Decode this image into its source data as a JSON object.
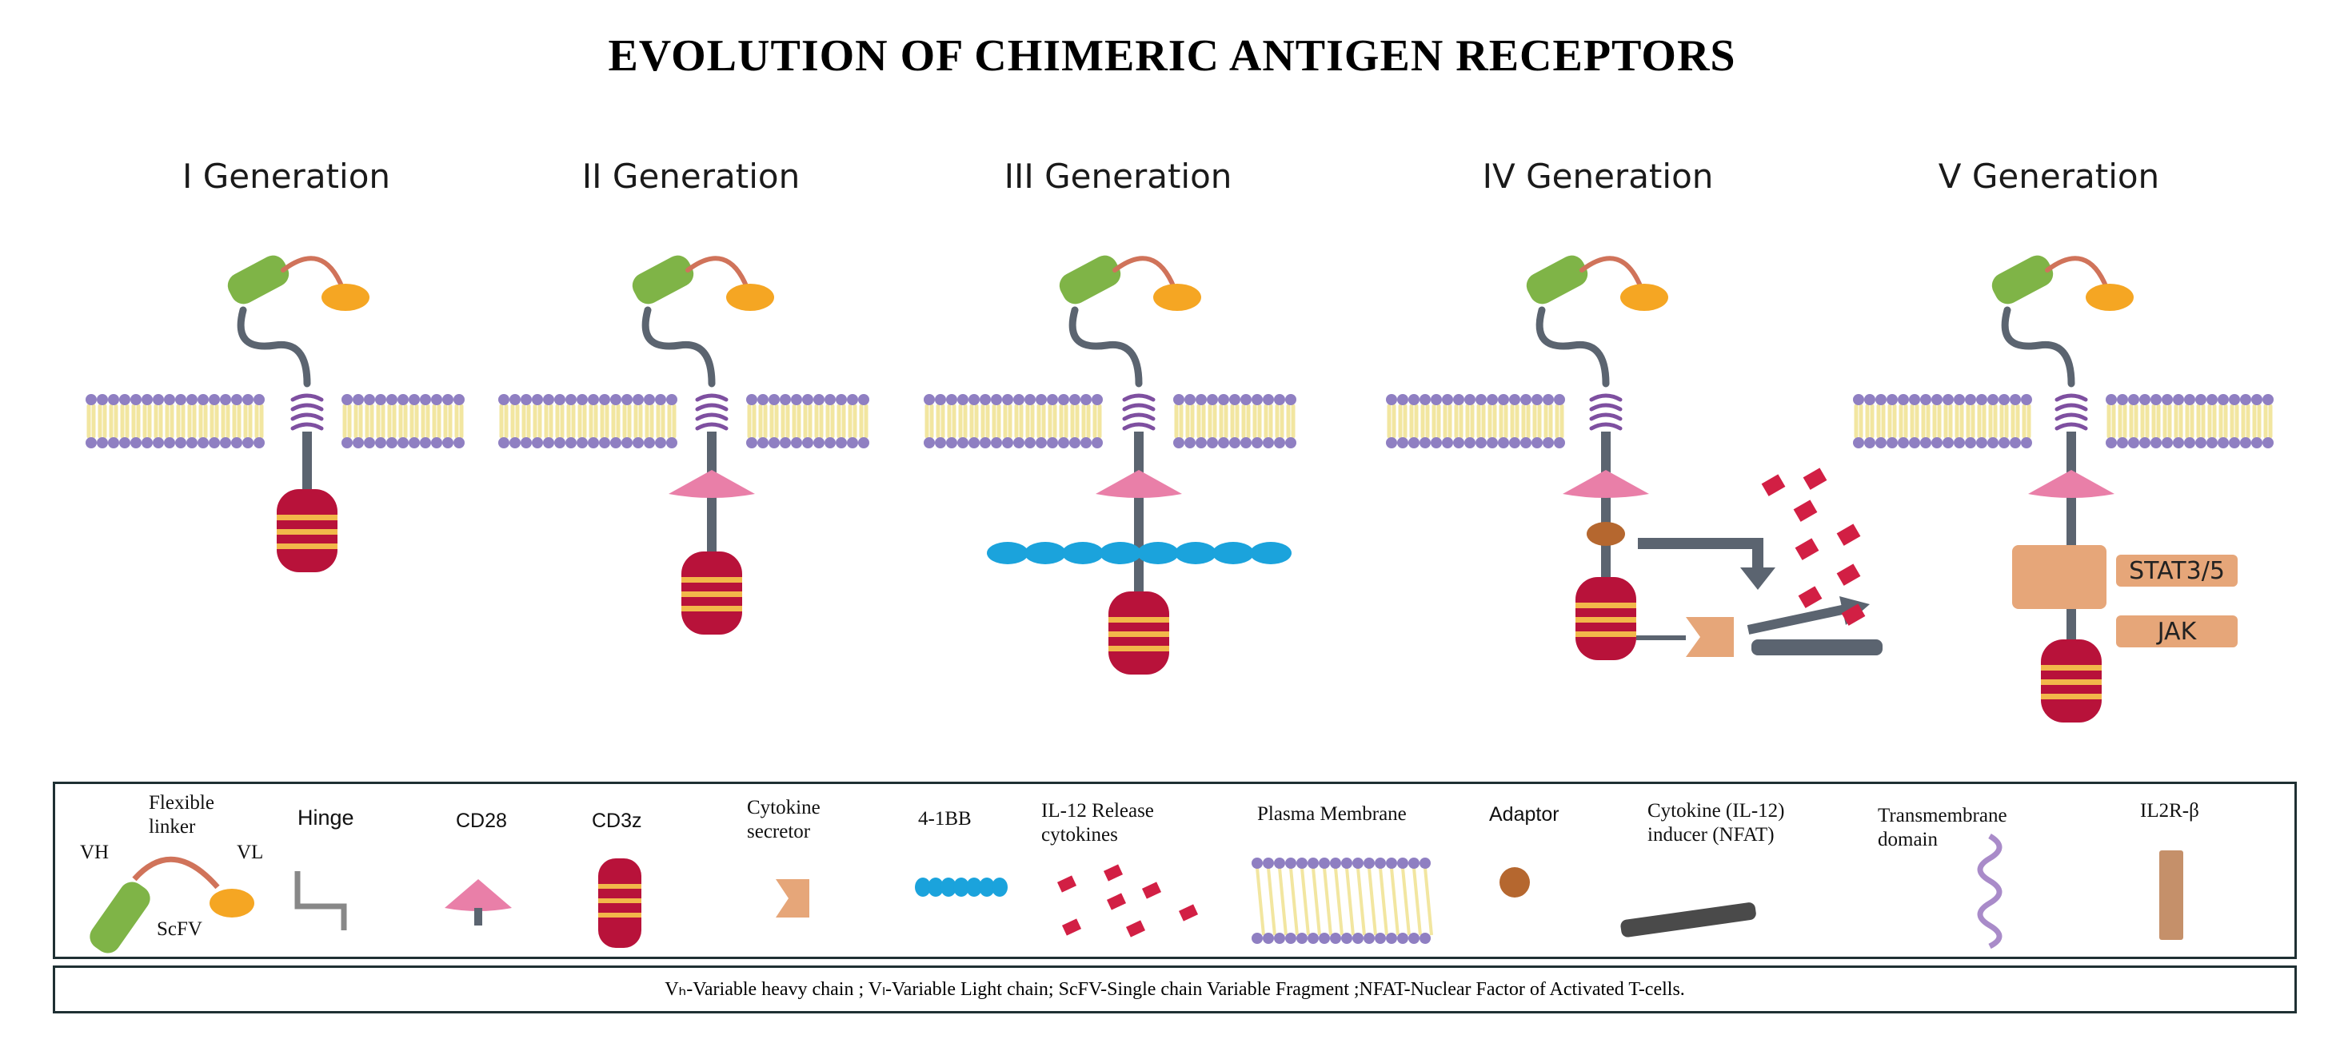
{
  "title": "EVOLUTION OF CHIMERIC ANTIGEN RECEPTORS",
  "generations": [
    {
      "label": "I Generation"
    },
    {
      "label": "II Generation"
    },
    {
      "label": "III Generation"
    },
    {
      "label": "IV Generation"
    },
    {
      "label": "V Generation"
    }
  ],
  "fifth_generation_boxes": {
    "stat": "STAT3/5",
    "jak": "JAK"
  },
  "legend": {
    "vh": "VH",
    "flexible_linker": "Flexible linker",
    "vl": "VL",
    "scfv": "ScFV",
    "hinge": "Hinge",
    "cd28": "CD28",
    "cd3z": "CD3z",
    "cytokine_secretor": "Cytokine secretor",
    "four_1bb": "4-1BB",
    "il12_release": "IL-12  Release cytokines",
    "plasma_membrane": "Plasma Membrane",
    "adaptor": "Adaptor",
    "cytokine_inducer": "Cytokine (IL-12) inducer (NFAT)",
    "transmembrane_domain": "Transmembrane domain",
    "il2r_beta": "IL2R-β"
  },
  "footnote": "Vₕ-Variable   heavy chain ; Vₗ-Variable  Light chain; ScFV-Single  chain Variable  Fragment ;NFAT-Nuclear Factor of Activated T-cells.",
  "colors": {
    "scfv_green": "#7fb447",
    "vl_orange": "#f5a623",
    "linker": "#d0735a",
    "stalk": "#5b6470",
    "transmembrane": "#7e4fa0",
    "cd28_pink": "#e97fa8",
    "cd3z_red": "#b8123a",
    "cd3z_bands": "#f2b84a",
    "bb_blue": "#1ba3dc",
    "membrane_head": "#8f7fc2",
    "membrane_tail": "#f2e6a0",
    "cytokine_red": "#d21f44",
    "box_tan": "#e6a679",
    "adaptor_brown": "#b5672f",
    "border": "#1f3033"
  }
}
